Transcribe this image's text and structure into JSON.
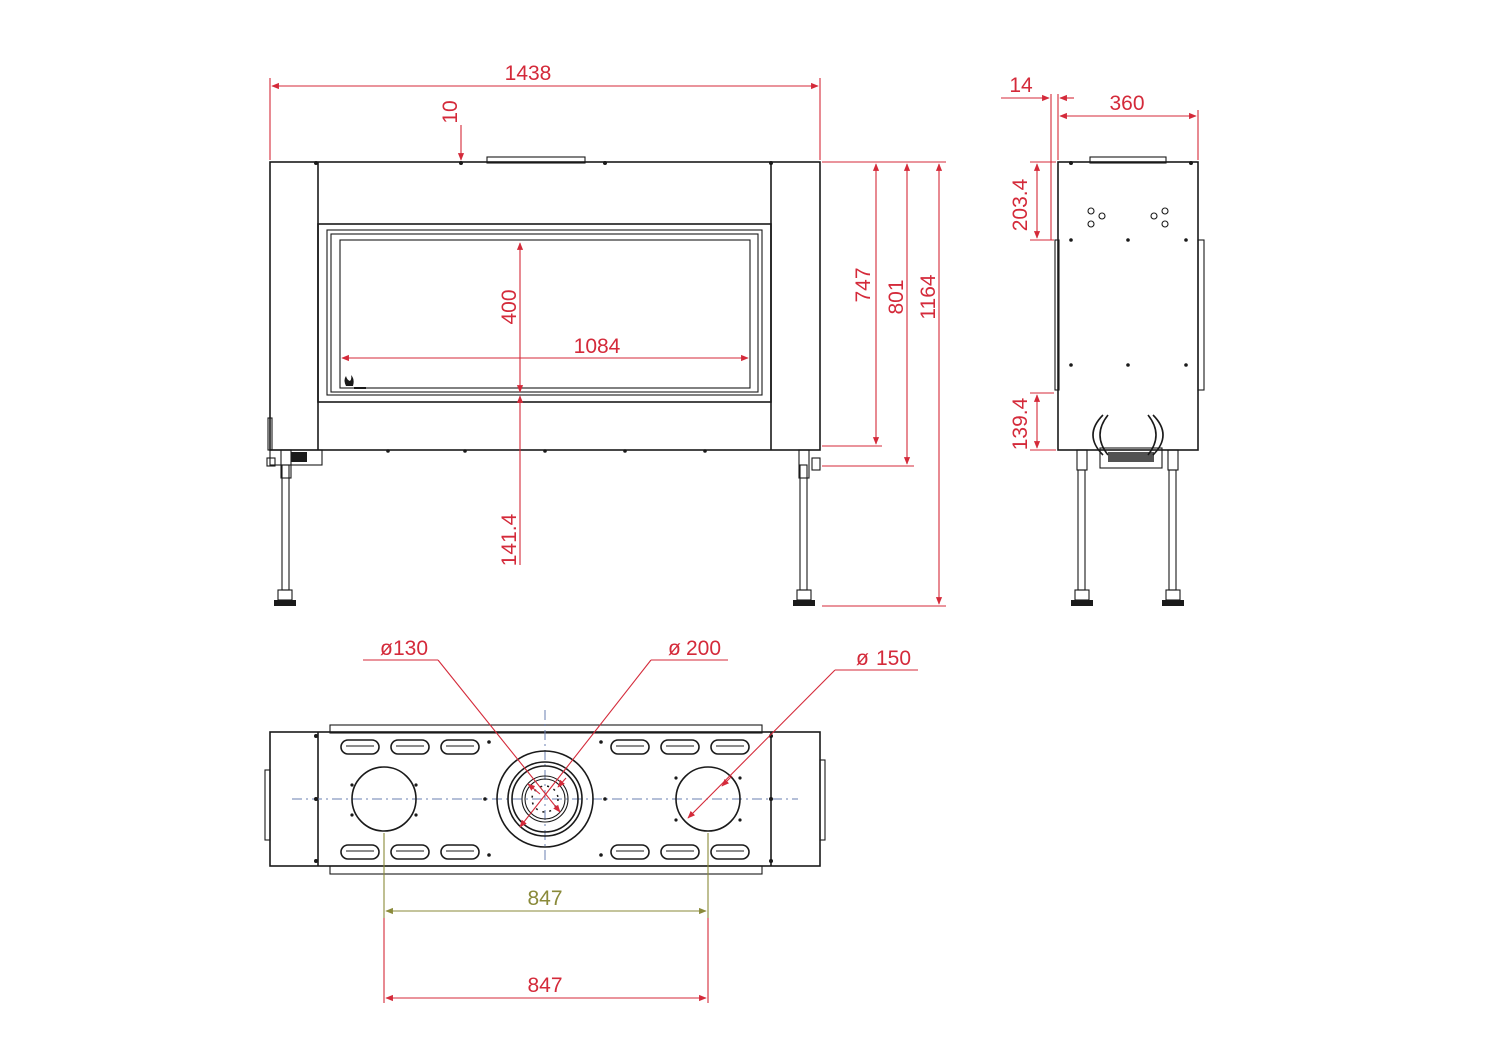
{
  "colors": {
    "dimension": "#d42a3a",
    "dimension_alt": "#8a8a3a",
    "outline": "#1a1a1a",
    "centerline": "#6a7fb0"
  },
  "front_view": {
    "overall_width": "1438",
    "top_offset": "10",
    "opening_height": "400",
    "opening_width": "1084",
    "leg_height": "141.4",
    "height_747": "747",
    "height_801": "801",
    "total_height": "1164"
  },
  "side_view": {
    "frame_depth": "14",
    "depth": "360",
    "top_offset": "203.4",
    "bottom_offset": "139.4"
  },
  "top_view": {
    "diameter_left": "130",
    "diameter_center": "200",
    "diameter_right": "150",
    "spacing_a": "847",
    "spacing_b": "847",
    "diameter_symbol": "ø"
  }
}
